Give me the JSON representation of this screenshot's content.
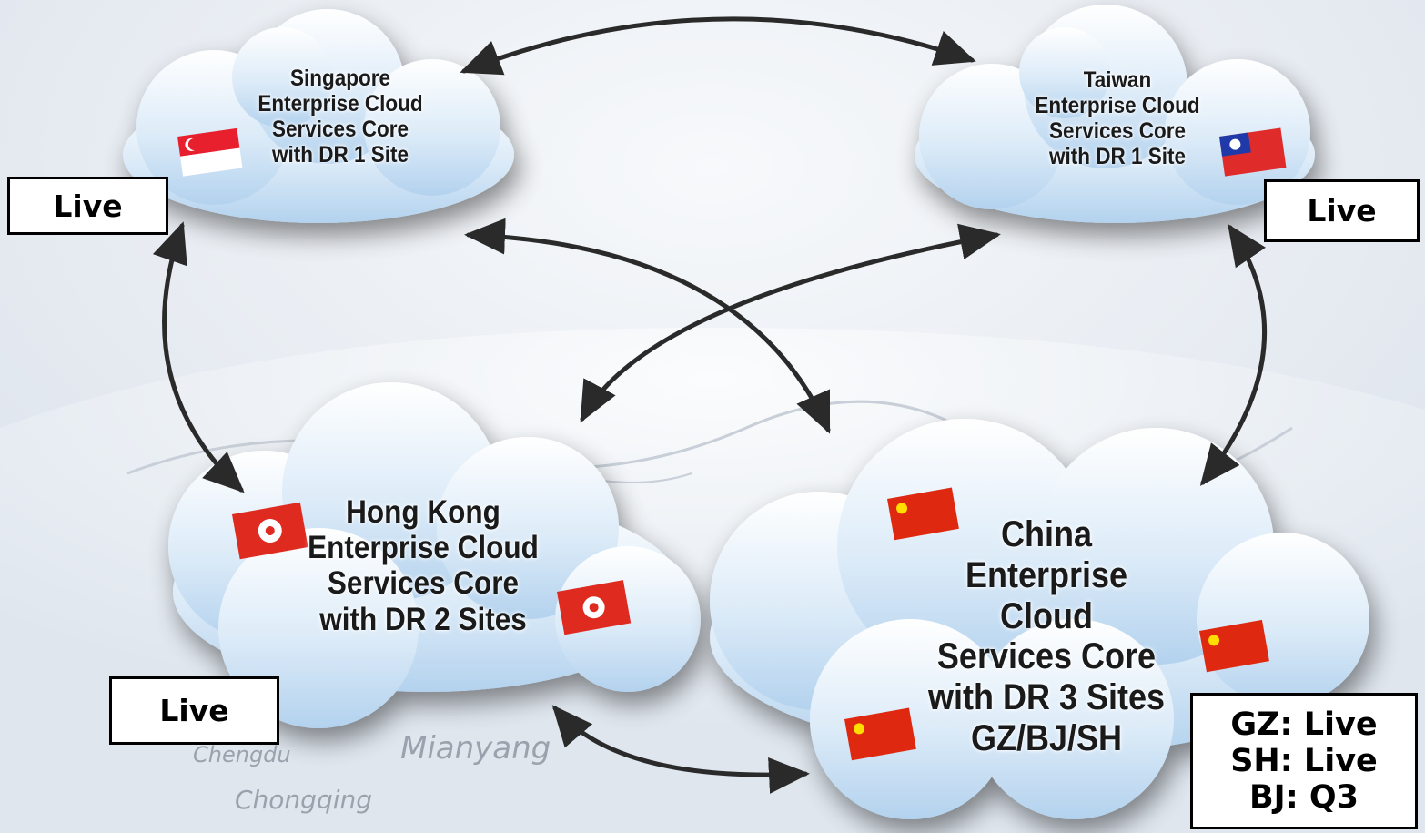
{
  "background": {
    "sky_color": "#e9edf3",
    "globe_color": "#f4f6f8",
    "map_labels": [
      "Chengdu",
      "Mianyang",
      "Chongqing"
    ]
  },
  "nodes": {
    "singapore": {
      "lines": [
        "Singapore",
        "Enterprise Cloud",
        "Services Core",
        "with DR 1 Site"
      ],
      "flag": "singapore-flag",
      "status": [
        "Live"
      ]
    },
    "taiwan": {
      "lines": [
        "Taiwan",
        "Enterprise Cloud",
        "Services Core",
        "with DR 1 Site"
      ],
      "flag": "taiwan-flag",
      "status": [
        "Live"
      ]
    },
    "hongkong": {
      "lines": [
        "Hong Kong",
        "Enterprise Cloud",
        "Services Core",
        "with DR 2 Sites"
      ],
      "flag": "hong-kong-flag",
      "status": [
        "Live"
      ]
    },
    "china": {
      "lines": [
        "China",
        "Enterprise Cloud",
        "Services Core",
        "with DR 3 Sites",
        "GZ/BJ/SH"
      ],
      "flag": "china-flag",
      "status": [
        "GZ: Live",
        "SH: Live",
        "BJ: Q3"
      ]
    }
  },
  "colors": {
    "cloud_top": "#ffffff",
    "cloud_bottom": "#b9d6ef",
    "arrow": "#2a2a2a",
    "box_border": "#000000"
  }
}
